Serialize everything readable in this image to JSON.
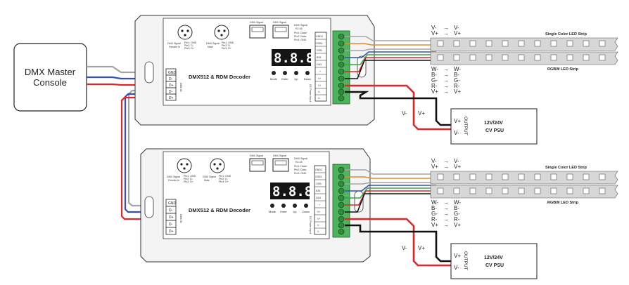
{
  "console": {
    "line1": "DMX Master",
    "line2": "Console"
  },
  "decoders": [
    {
      "title": "DMX512 & RDM Decoder",
      "display": "8.8.8.8.",
      "xlr_left_caption": [
        "DMX Signal",
        "Female In"
      ],
      "xlr_left_pins": [
        "Pin1: GND",
        "Pin2: D-",
        "Pin3: D+"
      ],
      "xlr_right_caption": [
        "DMX Signal",
        "Male"
      ],
      "xlr_right_pins": [
        "Pin1: GND",
        "Pin2: D-",
        "Pin3: D+"
      ],
      "rj_left_caption": "DMX Signal",
      "rj_right_caption": "DMX Signal",
      "rj_signal_caption": [
        "DMX Signal",
        "RJ-45"
      ],
      "rj_signal_pins": [
        "Pin1: Data+",
        "Pin2: Data-",
        "Pin3: GND"
      ],
      "buttons": [
        "Mode",
        "Enter",
        "Up",
        "Down"
      ],
      "left_terminals": [
        "GND",
        "D-",
        "D+",
        "D-",
        "D+"
      ],
      "dmx_in_label": "DMX IN",
      "right_terminals": [
        "GND2",
        "GSB1",
        "GSB",
        "B35",
        "DA3",
        "+",
        "V+",
        "V+",
        "V-",
        "V-"
      ],
      "dc_label": "DC Power Input"
    },
    {
      "title": "DMX512 & RDM Decoder",
      "display": "8.8.8.8.",
      "xlr_left_caption": [
        "DMX Signal",
        "Female In"
      ],
      "xlr_left_pins": [
        "Pin1: GND",
        "Pin2: D-",
        "Pin3: D+"
      ],
      "xlr_right_caption": [
        "DMX Signal",
        "Male"
      ],
      "xlr_right_pins": [
        "Pin1: GND",
        "Pin2: D-",
        "Pin3: D+"
      ],
      "rj_left_caption": "DMX Signal",
      "rj_right_caption": "DMX Signal",
      "rj_signal_caption": [
        "DMX Signal",
        "RJ-45"
      ],
      "rj_signal_pins": [
        "Pin1: Data+",
        "Pin2: Data-",
        "Pin3: GND"
      ],
      "buttons": [
        "Mode",
        "Enter",
        "Up",
        "Down"
      ],
      "left_terminals": [
        "GND",
        "D-",
        "D+",
        "D-",
        "D+"
      ],
      "dmx_in_label": "DMX IN",
      "right_terminals": [
        "GND2",
        "GSB1",
        "GSB",
        "B35",
        "DA3",
        "+",
        "V+",
        "V+",
        "V-",
        "V-"
      ],
      "dc_label": "DC Power Input"
    }
  ],
  "strips": [
    {
      "single_top": [
        "V-",
        "V+"
      ],
      "single_top_to": [
        "V-",
        "V+"
      ],
      "single_name": "Single Color LED Strip",
      "rgbw_name": "RGBW LED Strip",
      "rgbw_from": [
        "W-",
        "B-",
        "G-",
        "R-",
        "V+"
      ],
      "rgbw_to": [
        "W-",
        "B-",
        "G-",
        "R-",
        "V+"
      ]
    },
    {
      "single_top": [
        "V-",
        "V+"
      ],
      "single_top_to": [
        "V-",
        "V+"
      ],
      "single_name": "Single Color LED Strip",
      "rgbw_name": "RGBW LED Strip",
      "rgbw_from": [
        "W-",
        "B-",
        "G-",
        "R-",
        "V+"
      ],
      "rgbw_to": [
        "W-",
        "B-",
        "G-",
        "R-",
        "V+"
      ]
    }
  ],
  "psus": [
    {
      "label1": "12V/24V",
      "label2": "CV PSU",
      "output": "OUTPUT",
      "term_plus": "V+",
      "term_minus": "V-",
      "wire_minus": "V-",
      "wire_plus": "V+"
    },
    {
      "label1": "12V/24V",
      "label2": "CV PSU",
      "output": "OUTPUT",
      "term_plus": "V+",
      "term_minus": "V-",
      "wire_minus": "V-",
      "wire_plus": "V+"
    }
  ],
  "colors": {
    "red": "#e0262b",
    "blue": "#3550b5",
    "gray": "#a5a5a5",
    "black": "#111111",
    "orange": "#e88a2a",
    "green": "#3aa34a",
    "display_bg": "#151515"
  }
}
